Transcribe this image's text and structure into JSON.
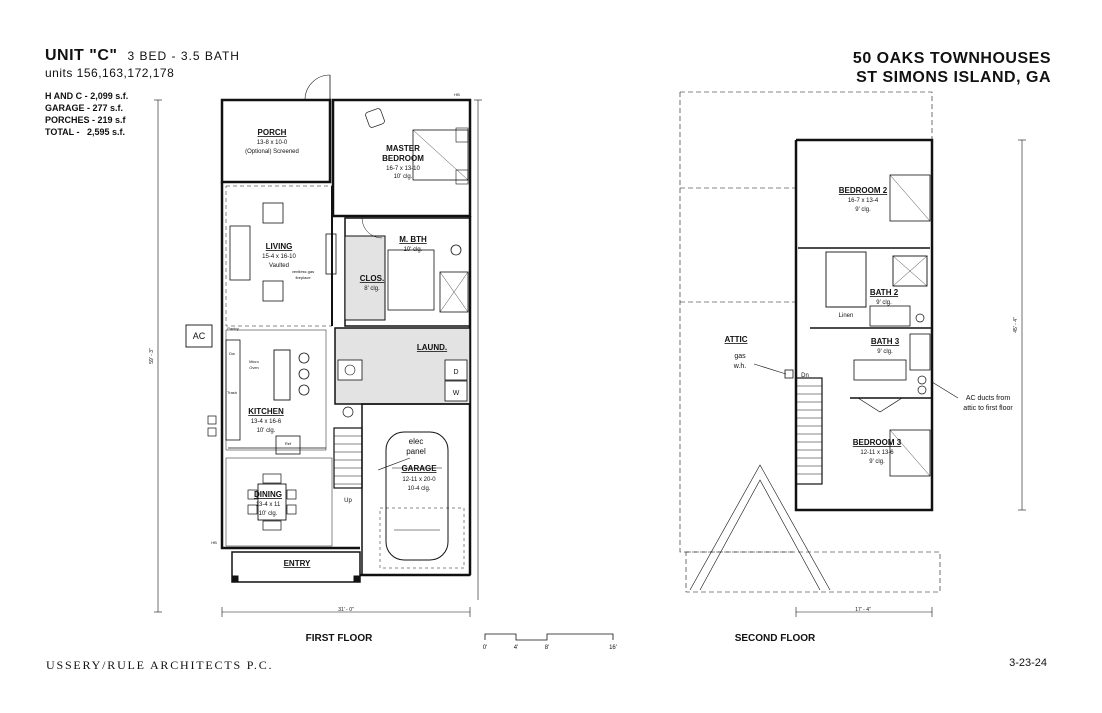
{
  "header": {
    "unit": "UNIT \"C\"",
    "beds_baths": "3 BED - 3.5 BATH",
    "units": "units 156,163,172,178",
    "areas": [
      {
        "label": "H AND C -",
        "value": "2,099 s.f."
      },
      {
        "label": "GARAGE -",
        "value": "277 s.f."
      },
      {
        "label": "PORCHES -",
        "value": "219 s.f"
      },
      {
        "label": "TOTAL -",
        "value": "2,595 s.f."
      }
    ],
    "project_line1": "50 OAKS TOWNHOUSES",
    "project_line2": "ST SIMONS ISLAND, GA"
  },
  "first_floor": {
    "title": "FIRST FLOOR",
    "rooms": {
      "porch": {
        "name": "PORCH",
        "dims": "13-8 x 10-0",
        "note": "(Optional) Screened"
      },
      "master": {
        "name1": "MASTER",
        "name2": "BEDROOM",
        "dims": "16-7 x 13-10",
        "clg": "10' clg."
      },
      "living": {
        "name": "LIVING",
        "dims": "15-4 x 16-10",
        "note": "Vaulted"
      },
      "fireplace": {
        "line1": "ventless gas",
        "line2": "fireplace"
      },
      "mbth": {
        "name": "M. BTH",
        "clg": "10' clg."
      },
      "clos": {
        "name": "CLOS.",
        "clg": "8' clg."
      },
      "laund": {
        "name": "LAUND."
      },
      "kitchen": {
        "name": "KITCHEN",
        "dims": "13-4 x 16-6",
        "clg": "10' clg."
      },
      "garage": {
        "name": "GARAGE",
        "dims": "12-11 x 20-0",
        "clg": "10-4 clg."
      },
      "dining": {
        "name": "DINING",
        "dims": "13-4 x 11",
        "clg": "10' clg."
      },
      "entry": {
        "name": "ENTRY"
      }
    },
    "labels": {
      "ac": "AC",
      "elec1": "elec",
      "elec2": "panel",
      "micro1": "Micro",
      "micro2": "Oven",
      "pantry": "Pantry",
      "dw": "Dw",
      "trash": "Trash",
      "ref": "Ref",
      "up": "Up",
      "dryer": "D",
      "washer": "W",
      "hb_top": "HB",
      "hb_left": "HB"
    },
    "dimensions": {
      "width": "31' - 0\"",
      "depth": "59' - 3\""
    }
  },
  "second_floor": {
    "title": "SECOND FLOOR",
    "rooms": {
      "bedroom2": {
        "name": "BEDROOM 2",
        "dims": "16-7 x 13-4",
        "clg": "9' clg."
      },
      "bath2": {
        "name": "BATH 2",
        "clg": "9' clg."
      },
      "linen": {
        "name": "Linen"
      },
      "bath3": {
        "name": "BATH 3",
        "clg": "9' clg."
      },
      "bedroom3": {
        "name": "BEDROOM 3",
        "dims": "12-11 x 13-6",
        "clg": "9' clg."
      }
    },
    "labels": {
      "attic": "ATTIC",
      "gas1": "gas",
      "gas2": "w.h.",
      "dn": "Dn",
      "ac1": "AC ducts from",
      "ac2": "attic to first floor"
    },
    "dimensions": {
      "width": "17' - 4\"",
      "depth": "45' - 4\""
    }
  },
  "scale": {
    "ticks": [
      "0'",
      "4'",
      "8'",
      "16'"
    ]
  },
  "footer": {
    "firm": "USSERY/RULE ARCHITECTS P.C.",
    "date": "3-23-24"
  }
}
